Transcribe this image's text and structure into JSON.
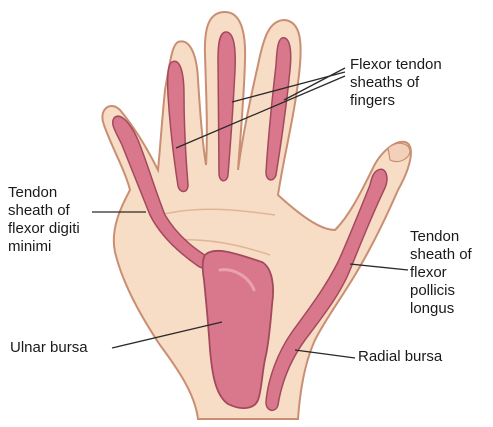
{
  "labels": {
    "flexor_tendon_sheaths_of_fingers": "Flexor tendon\nsheaths of\nfingers",
    "tendon_sheath_flexor_digiti_minimi": "Tendon\nsheath of\nflexor digiti\nminimi",
    "tendon_sheath_flexor_pollicis_longus": "Tendon\nsheath of\nflexor\npollicis\nlongus",
    "ulnar_bursa": "Ulnar bursa",
    "radial_bursa": "Radial bursa"
  },
  "colors": {
    "skin_fill": "#f7dcc6",
    "skin_outline": "#c98f73",
    "skin_shadow": "#efc7ac",
    "sheath_fill": "#d9788c",
    "sheath_outline": "#a24a5c",
    "sheath_highlight": "#eba0ae",
    "leader_line": "#2a2a2a",
    "text": "#1a1a1a"
  }
}
